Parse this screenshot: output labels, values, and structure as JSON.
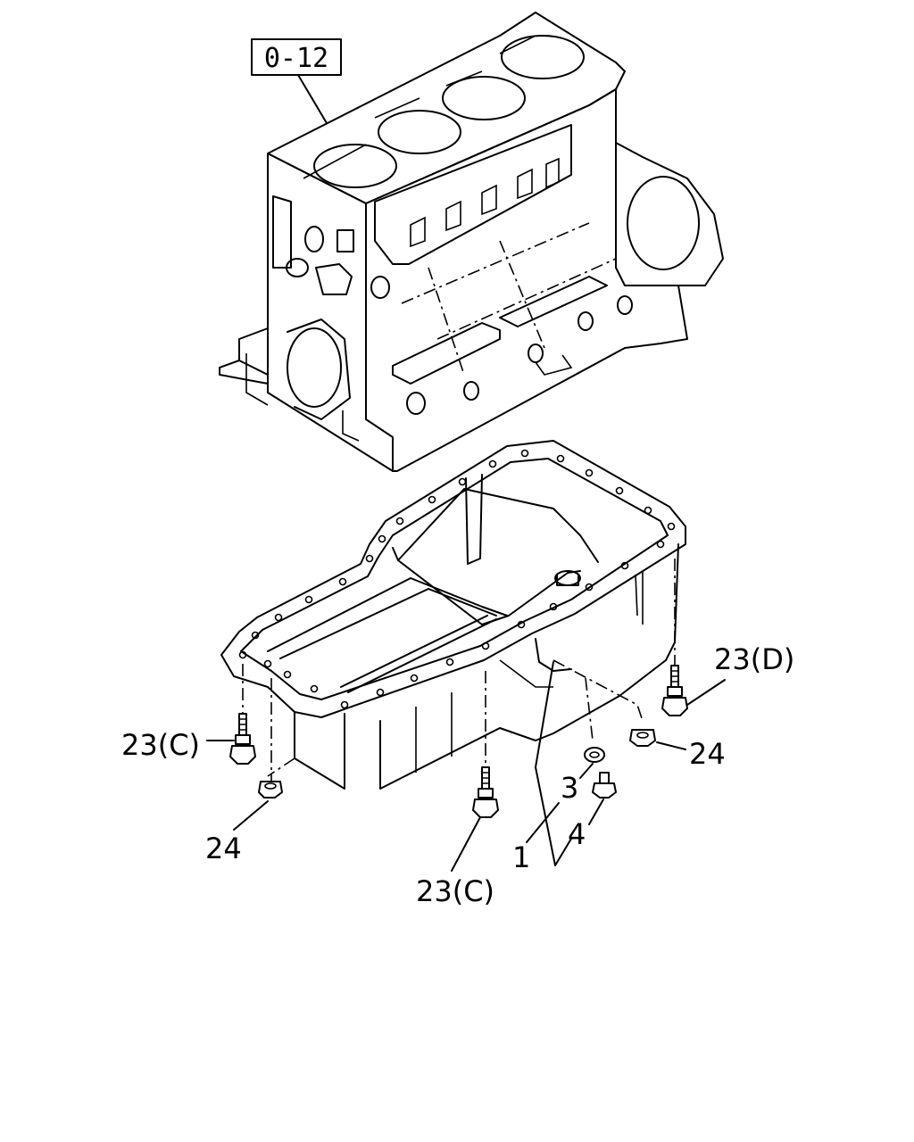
{
  "reference_box": {
    "text": "0-12"
  },
  "callouts": [
    {
      "id": "bolt-23d",
      "text": "23(D)"
    },
    {
      "id": "bolt-23c-left",
      "text": "23(C)"
    },
    {
      "id": "bolt-23c-bottom",
      "text": "23(C)"
    },
    {
      "id": "nut-24-right",
      "text": "24"
    },
    {
      "id": "nut-24-left",
      "text": "24"
    },
    {
      "id": "washer-3",
      "text": "3"
    },
    {
      "id": "plug-4",
      "text": "4"
    },
    {
      "id": "oil-pan-1",
      "text": "1"
    }
  ]
}
